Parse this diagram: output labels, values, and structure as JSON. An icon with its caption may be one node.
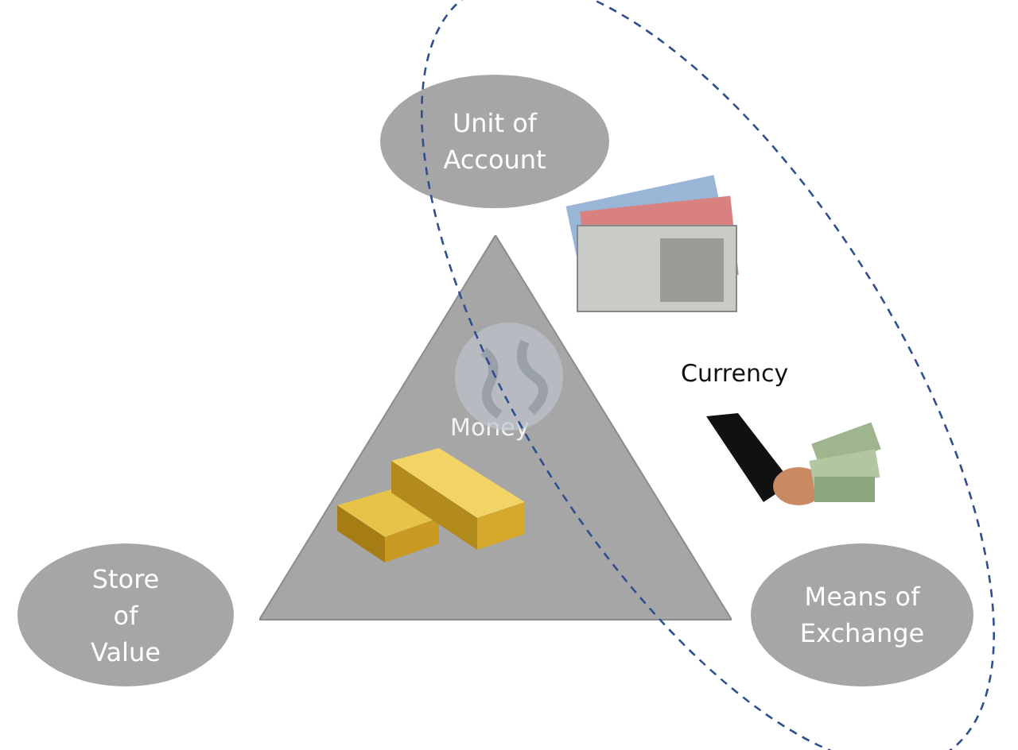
{
  "diagram": {
    "nodes": [
      {
        "text": [
          "Money"
        ]
      },
      {
        "text": [
          "Unit of Account"
        ]
      },
      {
        "text": [
          "Store of Value"
        ]
      },
      {
        "text": [
          "Means of Exchange"
        ],
        "in": 4
      },
      {
        "text": [
          "Currency"
        ]
      }
    ]
  }
}
